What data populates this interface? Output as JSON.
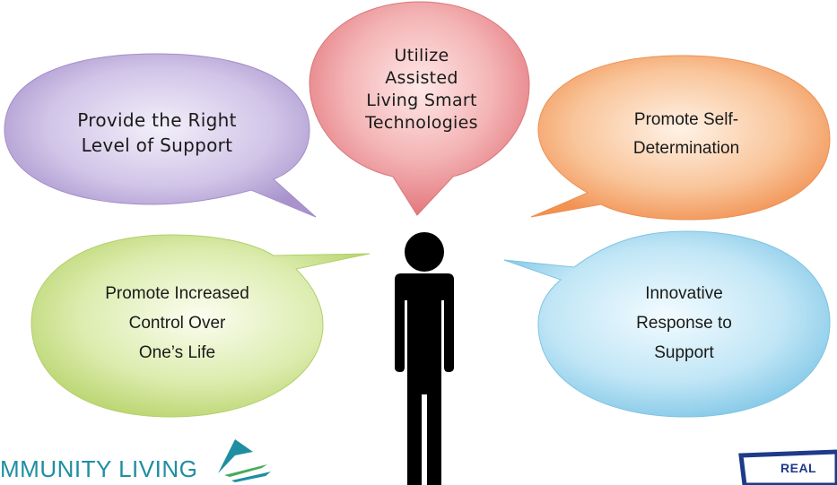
{
  "bubbles": {
    "top": {
      "lines": [
        "Utilize",
        "Assisted",
        "Living Smart",
        "Technologies"
      ],
      "color": "#e9898d"
    },
    "top_left": {
      "lines": [
        "Provide the Right",
        "Level of Support"
      ],
      "color": "#b7a5d6"
    },
    "top_right": {
      "lines": [
        "Promote Self-",
        "Determination"
      ],
      "color": "#f5a66c"
    },
    "bottom_left": {
      "lines": [
        "Promote Increased",
        "Control Over",
        "One’s Life"
      ],
      "color": "#c9e08a"
    },
    "bottom_right": {
      "lines": [
        "Innovative",
        "Response to",
        "Support"
      ],
      "color": "#8fd0ea"
    }
  },
  "figure": {
    "icon": "person-icon",
    "color": "#000000"
  },
  "logos": {
    "left_text": "MMUNITY LIVING",
    "right_text": "REAL"
  }
}
